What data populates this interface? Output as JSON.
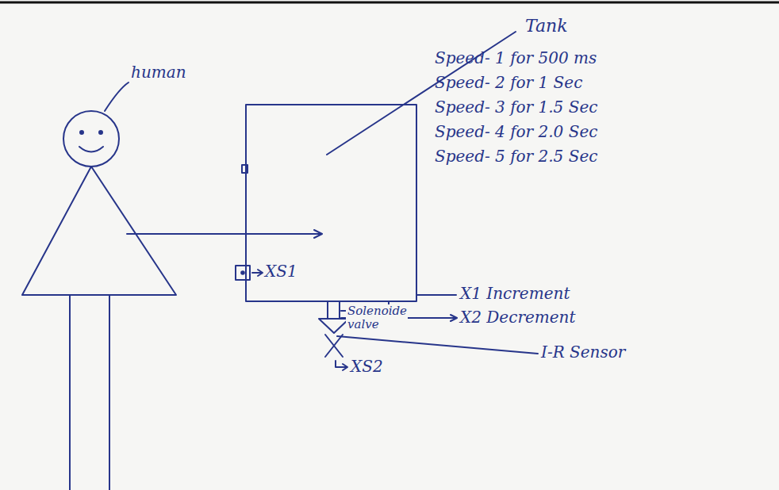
{
  "diagram": {
    "labels": [
      "Tank",
      "Speed- 1 for 500 ms",
      "Speed- 2 for 1 Sec",
      "Speed- 3 for 1.5 Sec",
      "Speed- 4 for 2.0 Sec",
      "Speed- 5 for 2.5 Sec",
      "human",
      "XS1",
      "X1 Increment",
      "Solenoide valve",
      "X2 Decrement",
      "I-R Sensor",
      "XS2"
    ]
  }
}
